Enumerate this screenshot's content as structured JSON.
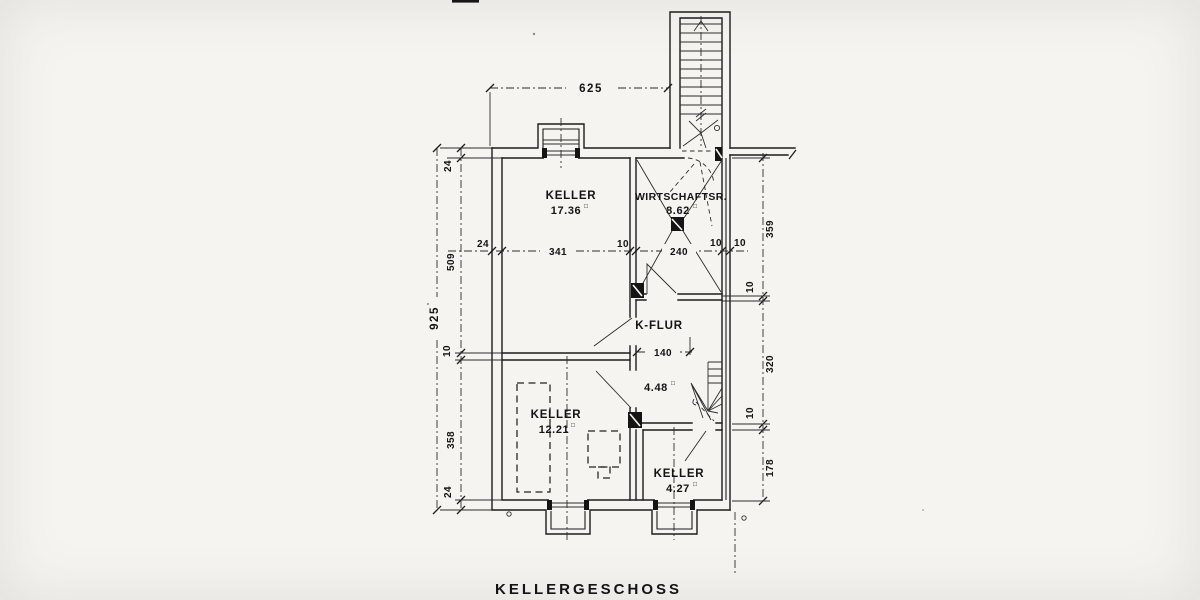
{
  "title": "KELLERGESCHOSS",
  "symbols": {
    "area_unit": "□"
  },
  "rooms": {
    "keller_large": {
      "name": "KELLER",
      "area": "17.36"
    },
    "wirtschaftsraum": {
      "name": "WIRTSCHAFTSR.",
      "area": "8.62"
    },
    "k_flur": {
      "name": "K-FLUR",
      "area": "4.48"
    },
    "keller_medium": {
      "name": "KELLER",
      "area": "12.21"
    },
    "keller_small": {
      "name": "KELLER",
      "area": "4.27"
    }
  },
  "dimensions": {
    "top_width": "625",
    "left_total": "925",
    "left_chain": [
      "24",
      "509",
      "10",
      "358",
      "24"
    ],
    "mid_chain": [
      "24",
      "341",
      "10",
      "240",
      "10",
      "10"
    ],
    "right_chain": [
      "359",
      "10",
      "320",
      "10",
      "178"
    ],
    "corridor_width": "140"
  }
}
